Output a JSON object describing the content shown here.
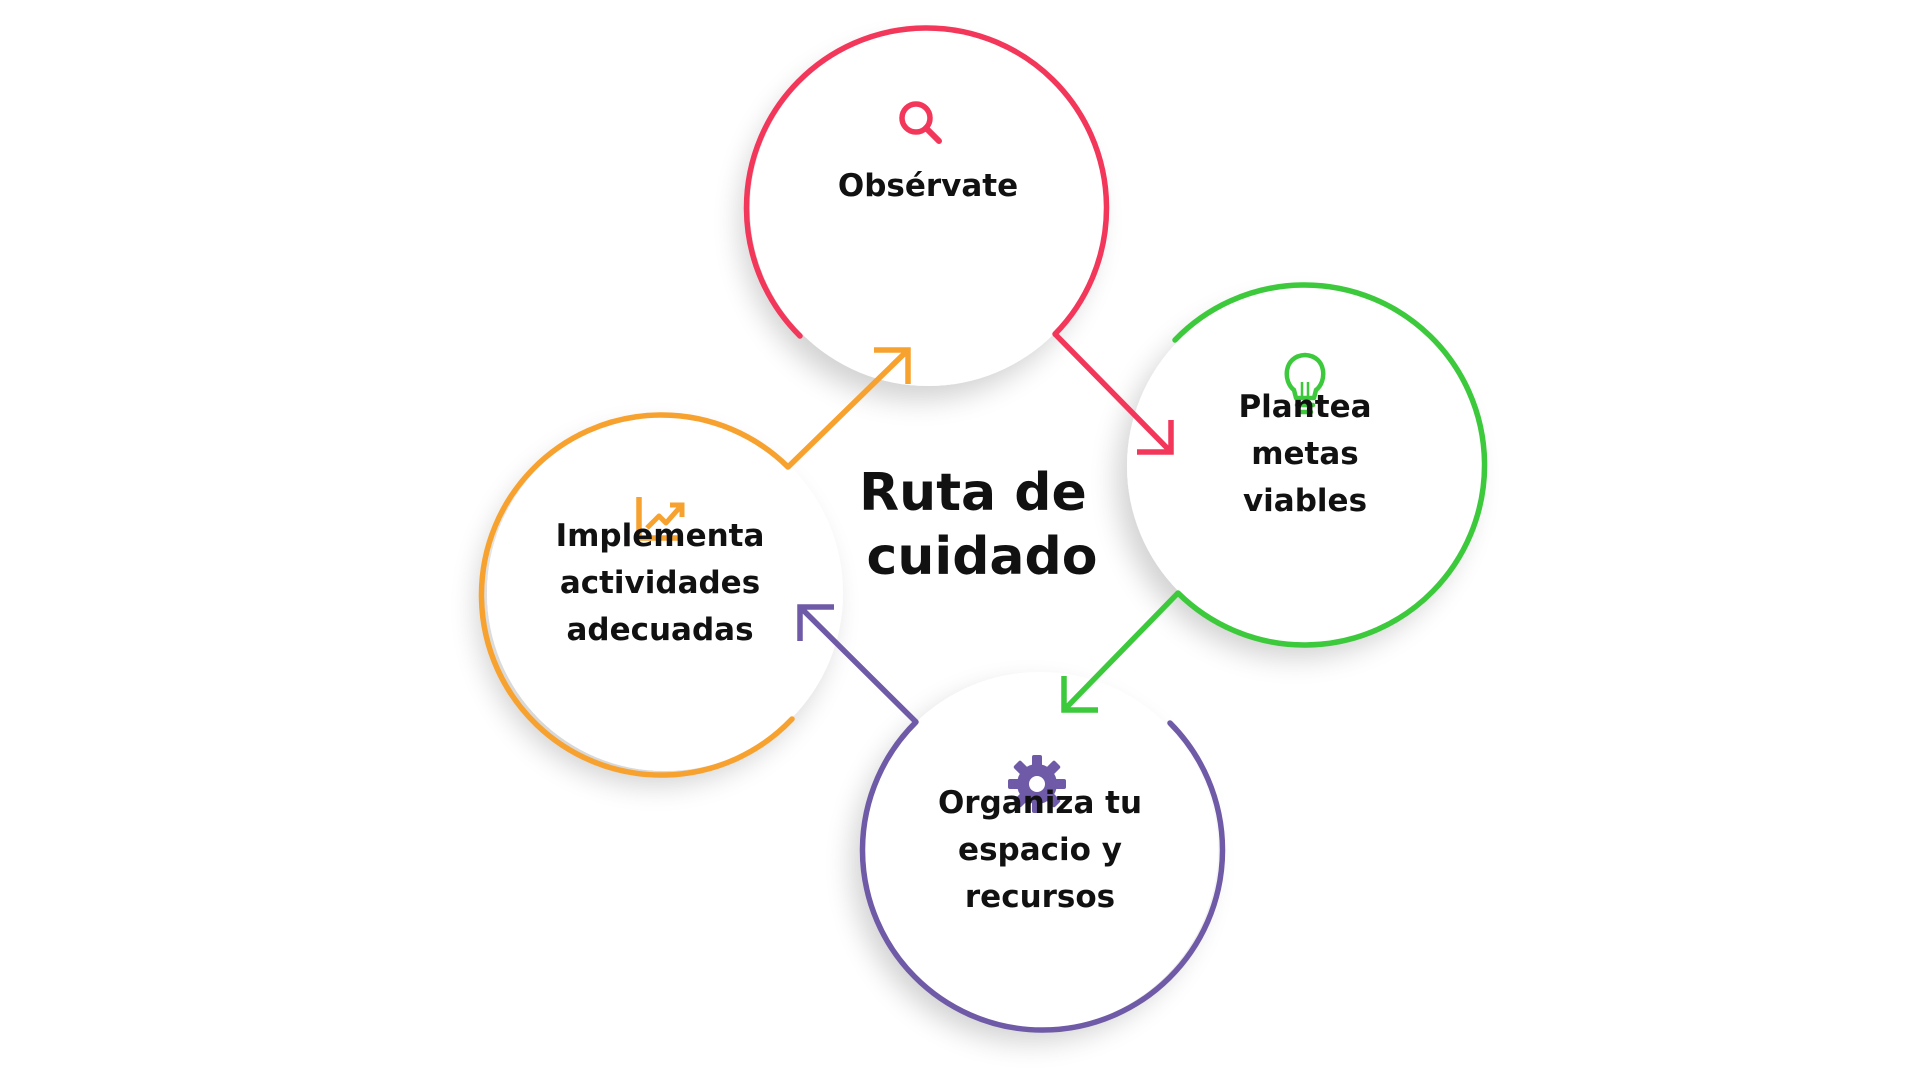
{
  "title": {
    "line1": "Ruta de",
    "line2": "cuidado"
  },
  "steps": [
    {
      "label_lines": [
        "Obsérvate"
      ],
      "icon": "search-icon",
      "color": "#f2375a"
    },
    {
      "label_lines": [
        "Plantea",
        "metas",
        "viables"
      ],
      "icon": "lightbulb-icon",
      "color": "#3cc93b"
    },
    {
      "label_lines": [
        "Organiza tu",
        "espacio y",
        "recursos"
      ],
      "icon": "gear-icon",
      "color": "#6e5aa6"
    },
    {
      "label_lines": [
        "Implementa",
        "actividades",
        "adecuadas"
      ],
      "icon": "trending-up-chart-icon",
      "color": "#f7a12f"
    }
  ],
  "flow": "clockwise"
}
